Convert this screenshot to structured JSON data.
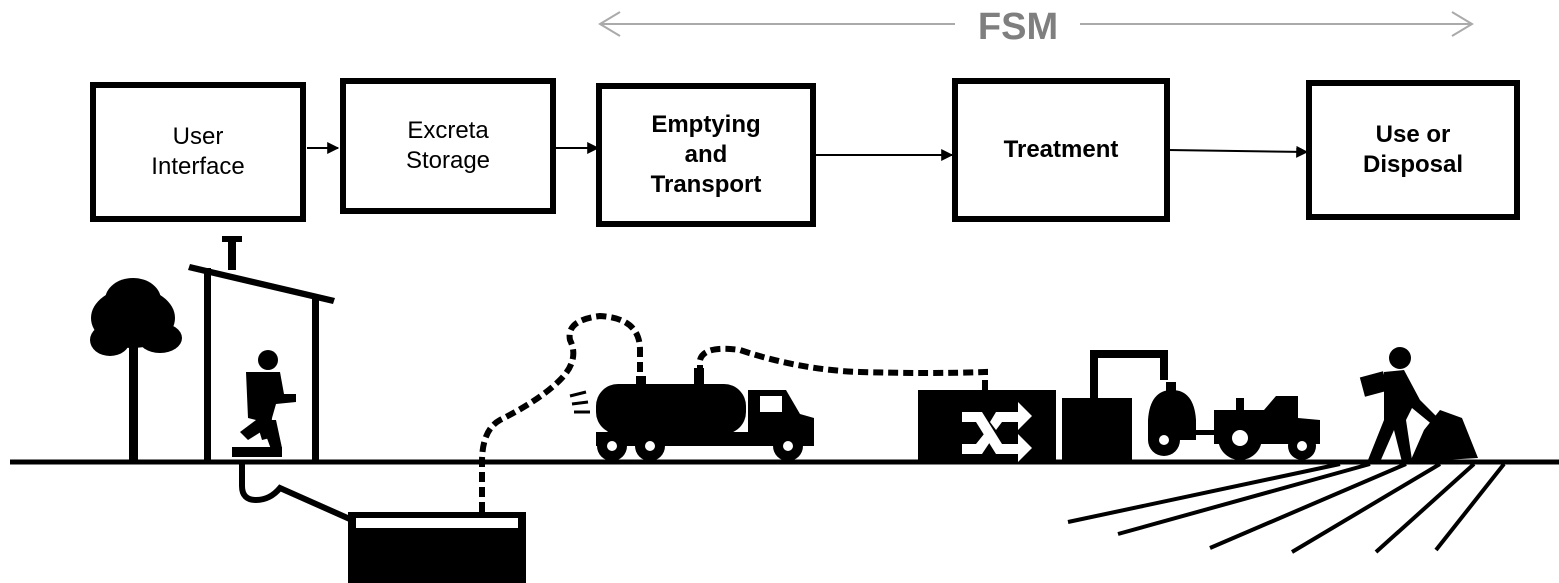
{
  "span_label": "FSM",
  "stages": [
    {
      "id": "user-interface",
      "label": "User\nInterface",
      "bold": false
    },
    {
      "id": "excreta-storage",
      "label": "Excreta\nStorage",
      "bold": false
    },
    {
      "id": "emptying-transport",
      "label": "Emptying\nand\nTransport",
      "bold": true
    },
    {
      "id": "treatment",
      "label": "Treatment",
      "bold": true
    },
    {
      "id": "use-disposal",
      "label": "Use or\nDisposal",
      "bold": true
    }
  ],
  "icons": [
    "tree-icon",
    "latrine-icon",
    "squatting-person-icon",
    "pit-tank-icon",
    "vacuum-truck-icon",
    "treatment-plant-icon",
    "tractor-icon",
    "farmer-icon",
    "ploughed-field-icon"
  ],
  "colors": {
    "ink": "#000000",
    "span": "#7f7f7f",
    "arrow_line": "#aaaaaa"
  }
}
